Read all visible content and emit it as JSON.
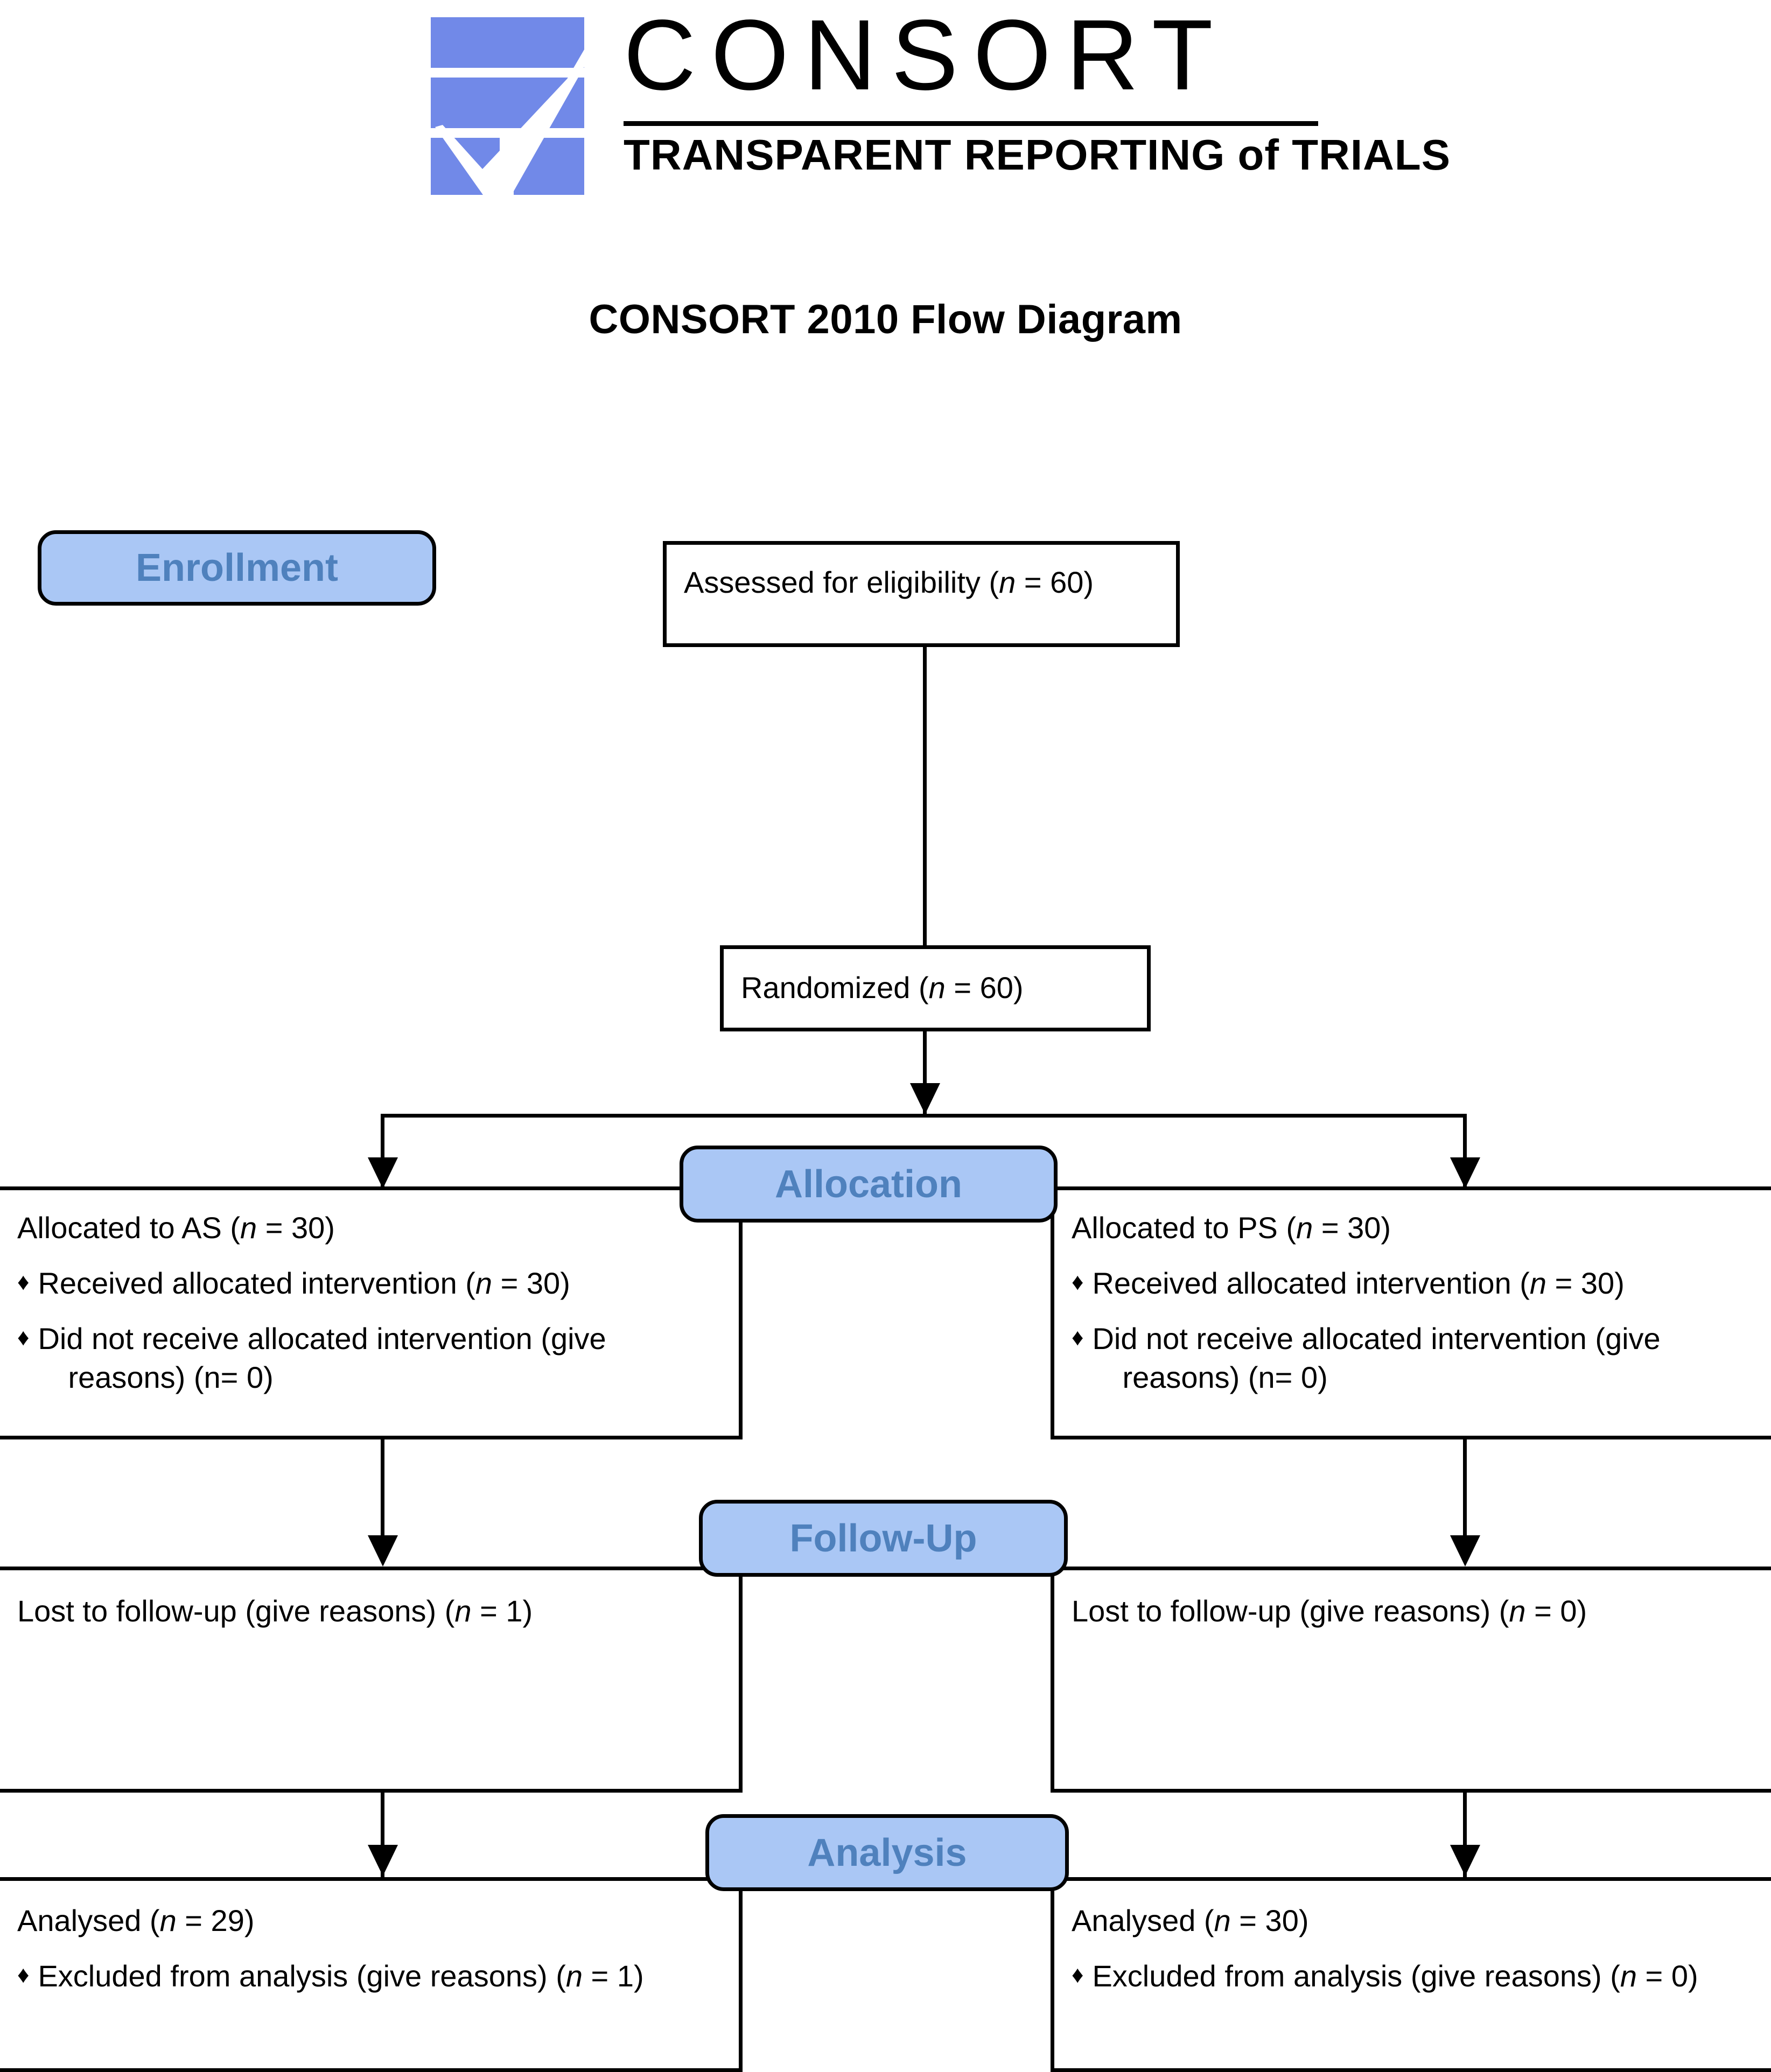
{
  "logo": {
    "wordmark": "CONSORT",
    "tagline": "TRANSPARENT REPORTING of TRIALS",
    "mark_color": "#7189e8",
    "check_color": "#ffffff"
  },
  "title": "CONSORT 2010 Flow Diagram",
  "colors": {
    "stage_fill": "#aac7f5",
    "stage_text": "#4f81bd",
    "line": "#000000",
    "box_fill": "#ffffff"
  },
  "stages": {
    "enrollment": "Enrollment",
    "allocation": "Allocation",
    "followup": "Follow-Up",
    "analysis": "Analysis"
  },
  "nodes": {
    "assessed": {
      "label": "Assessed for eligibility (",
      "n_italic": "n",
      "n_value": " = 60)",
      "full": "Assessed for eligibility (n = 60)"
    },
    "randomized": {
      "label": "Randomized (",
      "n_italic": "n",
      "n_value": " = 60)",
      "full": "Randomized (n = 60)"
    }
  },
  "allocation": {
    "left": {
      "heading_pre": "Allocated to AS  (",
      "heading_n": "n",
      "heading_post": " = 30)",
      "bullets": [
        {
          "mark": "♦",
          "pre": "Received allocated intervention (",
          "n": "n",
          "post": " = 30)"
        },
        {
          "mark": "♦",
          "pre": "Did not receive allocated intervention (give",
          "cont": "reasons) (n= 0)"
        }
      ]
    },
    "right": {
      "heading_pre": "Allocated to PS  (",
      "heading_n": "n",
      "heading_post": " = 30)",
      "bullets": [
        {
          "mark": "♦",
          "pre": "Received allocated intervention (",
          "n": "n",
          "post": " = 30)"
        },
        {
          "mark": "♦",
          "pre": "Did not receive allocated intervention (give",
          "cont": "reasons) (n= 0)"
        }
      ]
    }
  },
  "followup": {
    "left": {
      "pre": "Lost to follow-up (give reasons) (",
      "n": "n",
      "post": " = 1)"
    },
    "right": {
      "pre": "Lost to follow-up (give reasons) (",
      "n": "n",
      "post": " = 0)"
    }
  },
  "analysis": {
    "left": {
      "heading_pre": "Analysed  (",
      "heading_n": "n",
      "heading_post": " = 29)",
      "bullet_mark": "♦",
      "bullet_pre": "Excluded from analysis (give reasons) (",
      "bullet_n": "n",
      "bullet_post": " = 1)"
    },
    "right": {
      "heading_pre": "Analysed  (",
      "heading_n": "n",
      "heading_post": " = 30)",
      "bullet_mark": "♦",
      "bullet_pre": "Excluded from analysis (give reasons) (",
      "bullet_n": "n",
      "bullet_post": " = 0)"
    }
  }
}
